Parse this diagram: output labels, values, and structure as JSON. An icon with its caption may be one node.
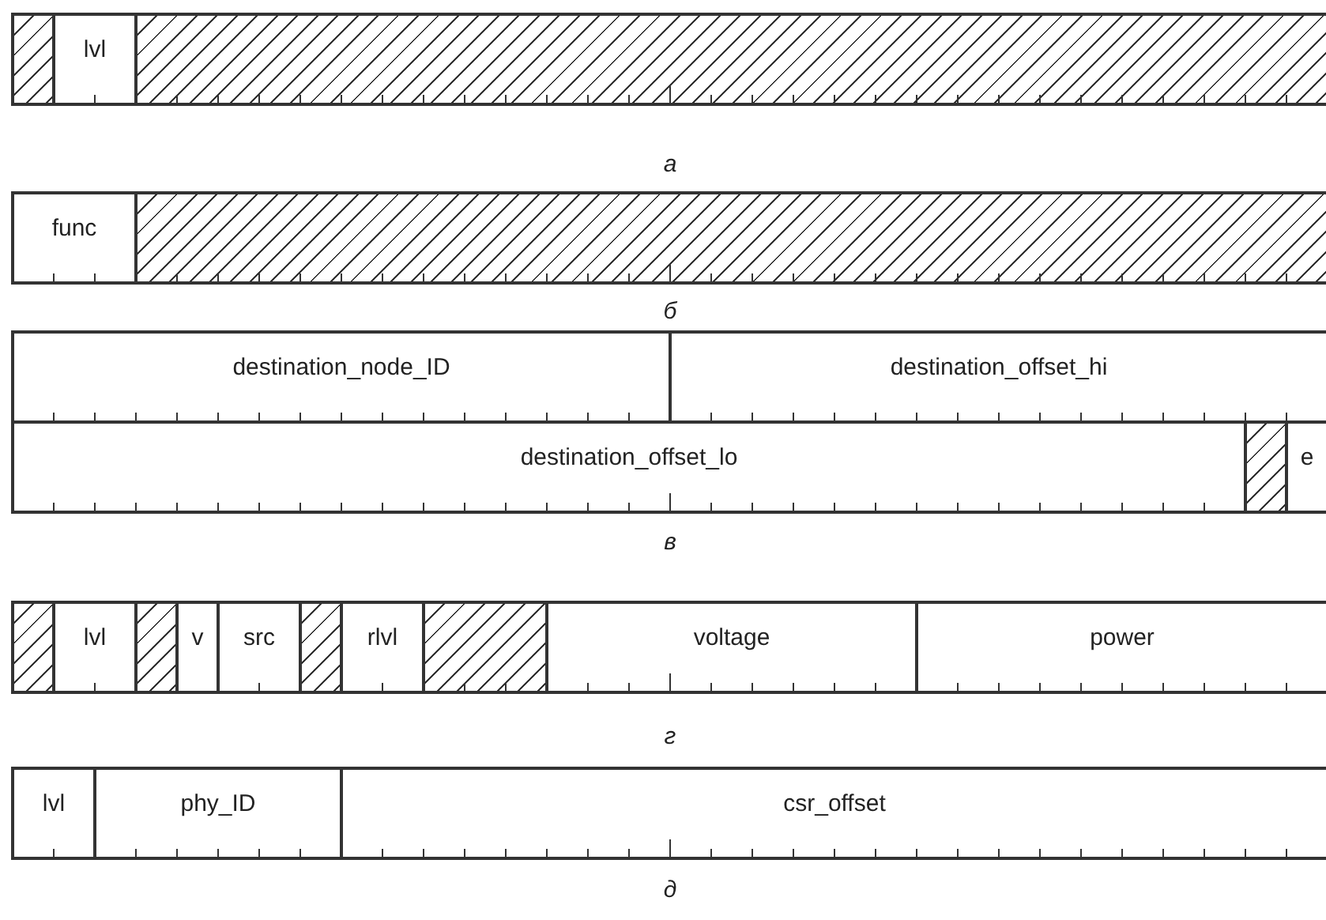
{
  "diagram": {
    "nodes": [
      {
        "text": [],
        "shape": "box"
      },
      {
        "text": [
          "lvl"
        ]
      },
      {
        "text": [],
        "shape": "box"
      },
      {
        "text": [
          "func"
        ]
      },
      {
        "text": [],
        "shape": "box"
      },
      {
        "text": [
          "destination_node_ID"
        ]
      },
      {
        "text": [
          "destination_offset_hi"
        ]
      },
      {
        "text": [
          "destination_offset_lo"
        ]
      },
      {
        "text": [],
        "shape": "box"
      },
      {
        "text": [
          "e"
        ]
      },
      {
        "text": [],
        "shape": "box"
      },
      {
        "text": [
          "lvl"
        ]
      },
      {
        "text": [],
        "shape": "box"
      },
      {
        "text": [
          "v"
        ]
      },
      {
        "text": [
          "src"
        ]
      },
      {
        "text": [],
        "shape": "box"
      },
      {
        "text": [
          "rlvl"
        ]
      },
      {
        "text": [],
        "shape": "box"
      },
      {
        "text": [
          "voltage"
        ]
      },
      {
        "text": [
          "power"
        ]
      },
      {
        "text": [
          "lvl"
        ]
      },
      {
        "text": [
          "phy_ID"
        ]
      },
      {
        "text": [
          "csr_offset"
        ]
      }
    ],
    "labels": [
      "а",
      "б",
      "в",
      "г",
      "д"
    ]
  }
}
